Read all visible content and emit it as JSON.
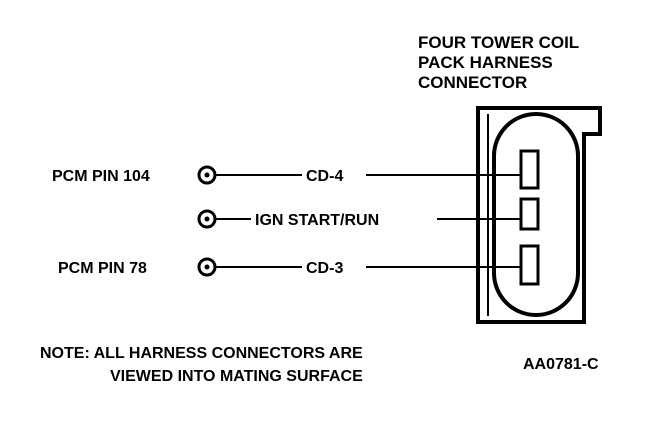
{
  "connector": {
    "title_lines": [
      "FOUR TOWER COIL",
      "PACK HARNESS",
      "CONNECTOR"
    ]
  },
  "circuits": [
    {
      "pin_label": "PCM PIN 104",
      "wire_label": "CD-4"
    },
    {
      "pin_label": "",
      "wire_label": "IGN START/RUN"
    },
    {
      "pin_label": "PCM PIN 78",
      "wire_label": "CD-3"
    }
  ],
  "note": {
    "line1": "NOTE: ALL HARNESS CONNECTORS ARE",
    "line2": "VIEWED INTO MATING SURFACE"
  },
  "figure_id": "AA0781-C"
}
